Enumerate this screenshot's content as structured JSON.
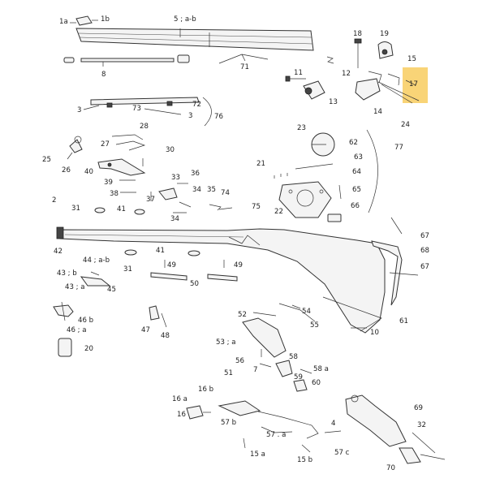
{
  "highlight": {
    "label": "17",
    "color": "#f7c64a"
  },
  "labels": {
    "l1a": "1a",
    "l1b": "1b",
    "l5ab": "5 ; a-b",
    "l8": "8",
    "l71": "71",
    "l18": "18",
    "l19": "19",
    "l15": "15",
    "l17": "17",
    "l11": "11",
    "l12": "12",
    "l13": "13",
    "l14": "14",
    "l24": "24",
    "l3a": "3",
    "l73": "73",
    "l72": "72",
    "l3b": "3",
    "l76": "76",
    "l25": "25",
    "l26": "26",
    "l28": "28",
    "l27": "27",
    "l30": "30",
    "l40": "40",
    "l39": "39",
    "l38": "38",
    "l33": "33",
    "l36": "36",
    "l37": "37",
    "l34a": "34",
    "l35": "35",
    "l34b": "34",
    "l74": "74",
    "l75": "75",
    "l23": "23",
    "l62": "62",
    "l63": "63",
    "l21": "21",
    "l64": "64",
    "l65": "65",
    "l22": "22",
    "l66": "66",
    "l77": "77",
    "l2": "2",
    "l31a": "31",
    "l41a": "41",
    "l42": "42",
    "l44ab": "44 ; a-b",
    "l31b": "31",
    "l41b": "41",
    "l49a": "49",
    "l49b": "49",
    "l50": "50",
    "l67a": "67",
    "l68": "68",
    "l67b": "67",
    "l43b": "43 ; b",
    "l43a": "43 ; a",
    "l45": "45",
    "l46b": "46 b",
    "l46a": "46 ; a",
    "l20": "20",
    "l47": "47",
    "l48": "48",
    "l52": "52",
    "l54": "54",
    "l55": "55",
    "l53a": "53 ; a",
    "l61": "61",
    "l10": "10",
    "l56": "56",
    "l58": "58",
    "l51": "51",
    "l7": "7",
    "l58a": "58 a",
    "l59": "59",
    "l60": "60",
    "l16a": "16 a",
    "l16b": "16 b",
    "l16": "16",
    "l57b": "57 b",
    "l57a": "57 . a",
    "l4": "4",
    "l57c": "57 c",
    "l15a": "15 a",
    "l15b": "15 b",
    "l69": "69",
    "l32": "32",
    "l70": "70"
  }
}
